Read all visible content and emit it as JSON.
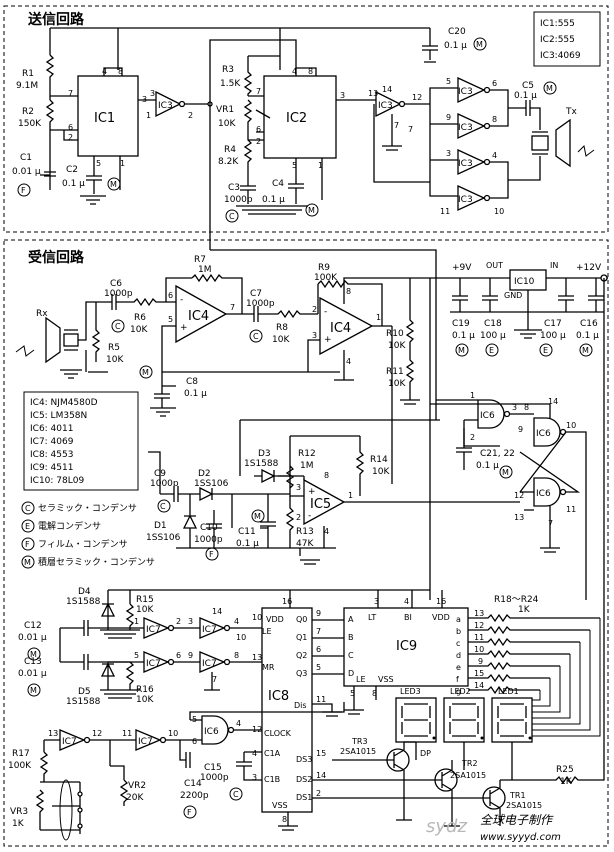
{
  "sections": {
    "transmit_title": "送信回路",
    "receive_title": "受信回路"
  },
  "ic_legend_top": [
    "IC1:555",
    "IC2:555",
    "IC3:4069"
  ],
  "ic_legend_rx": [
    "IC4: NJM4580D",
    "IC5: LM358N",
    "IC6: 4011",
    "IC7: 4069",
    "IC8: 4553",
    "IC9: 4511",
    "IC10: 78L09"
  ],
  "cap_legend": [
    {
      "sym": "C",
      "text": "セラミック・コンデンサ"
    },
    {
      "sym": "E",
      "text": "電解コンデンサ"
    },
    {
      "sym": "F",
      "text": "フィルム・コンデンサ"
    },
    {
      "sym": "M",
      "text": "積層セラミック・コンデンサ"
    }
  ],
  "chips": {
    "ic1": "IC1",
    "ic2": "IC2",
    "ic3": "IC3",
    "ic4": "IC4",
    "ic4b": "IC4",
    "ic5": "IC5",
    "ic6": "IC6",
    "ic7": "IC7",
    "ic8": "IC8",
    "ic9": "IC9",
    "ic10": "IC10"
  },
  "tx_parts": {
    "r1": "R1",
    "r1v": "9.1M",
    "r2": "R2",
    "r2v": "150K",
    "c1": "C1",
    "c1v": "0.01 μ",
    "c2": "C2",
    "c2v": "0.1 μ",
    "r3": "R3",
    "r3v": "1.5K",
    "vr1": "VR1",
    "vr1v": "10K",
    "r4": "R4",
    "r4v": "8.2K",
    "c3": "C3",
    "c3v": "1000p",
    "c4": "C4",
    "c4v": "0.1 μ",
    "c20": "C20",
    "c20v": "0.1 μ",
    "c5": "C5",
    "c5v": "0.1 μ",
    "tx": "Tx"
  },
  "rx_parts": {
    "rx": "Rx",
    "c6": "C6",
    "c6v": "1000p",
    "r6": "R6",
    "r6v": "10K",
    "r5": "R5",
    "r5v": "10K",
    "r7": "R7",
    "r7v": "1M",
    "c7": "C7",
    "c7v": "1000p",
    "r8": "R8",
    "r8v": "10K",
    "r9": "R9",
    "r9v": "100K",
    "c8": "C8",
    "c8v": "0.1 μ",
    "r10": "R10",
    "r10v": "10K",
    "r11": "R11",
    "r11v": "10K",
    "d3": "D3",
    "d3v": "1S1588",
    "r12": "R12",
    "r12v": "1M",
    "r14": "R14",
    "r14v": "10K",
    "c9": "C9",
    "c9v": "1000p",
    "d2": "D2",
    "d2v": "1SS106",
    "d1": "D1",
    "d1v": "1SS106",
    "c10": "C10",
    "c10v": "1000p",
    "c11": "C11",
    "c11v": "0.1 μ",
    "r13": "R13",
    "r13v": "47K",
    "c21": "C21, 22",
    "c21v": "0.1 μ",
    "c19": "C19",
    "c19v": "0.1 μ",
    "c18": "C18",
    "c18v": "100 μ",
    "c17": "C17",
    "c17v": "100 μ",
    "c16": "C16",
    "c16v": "0.1 μ",
    "p9v": "+9V",
    "p12v": "+12V",
    "out": "OUT",
    "in": "IN",
    "gnd": "GND"
  },
  "counter_parts": {
    "d4": "D4",
    "d4v": "1S1588",
    "r15": "R15",
    "r15v": "10K",
    "c12": "C12",
    "c12v": "0.01 μ",
    "c13": "C13",
    "c13v": "0.01 μ",
    "d5": "D5",
    "d5v": "1S1588",
    "r16": "R16",
    "r16v": "10K",
    "r17": "R17",
    "r17v": "100K",
    "vr2": "VR2",
    "vr2v": "20K",
    "c14": "C14",
    "c14v": "2200p",
    "vr3": "VR3",
    "vr3v": "1K",
    "c15": "C15",
    "c15v": "1000p",
    "r18": "R18〜R24",
    "r18v": "1K",
    "r25": "R25",
    "r25v": "1K",
    "tr1": "TR1",
    "tr1v": "2SA1015",
    "tr2": "TR2",
    "tr2v": "2SA1015",
    "tr3": "TR3",
    "tr3v": "2SA1015",
    "led1": "LED1",
    "led2": "LED2",
    "led3": "LED3",
    "dp": "DP"
  },
  "ic8_pins": {
    "vdd": "VDD",
    "q0": "Q0",
    "q1": "Q1",
    "q2": "Q2",
    "q3": "Q3",
    "le": "LE",
    "mr": "MR",
    "dis": "Dis",
    "clock": "CLOCK",
    "c1a": "C1A",
    "c1b": "C1B",
    "ds3": "DS3",
    "ds2": "DS2",
    "ds1": "DS1",
    "vss": "VSS"
  },
  "ic9_pins": {
    "a": "A",
    "b": "B",
    "c": "C",
    "d": "D",
    "lt": "LT",
    "bi": "BI",
    "vdd": "VDD",
    "le": "LE",
    "vss": "VSS",
    "sa": "a",
    "sb": "b",
    "sc": "c",
    "sd": "d",
    "se": "e",
    "sf": "f",
    "sg": "g"
  },
  "watermark": {
    "cn": "全球电子制作",
    "url": "www.syyyd.com",
    "logo": "sydz"
  }
}
